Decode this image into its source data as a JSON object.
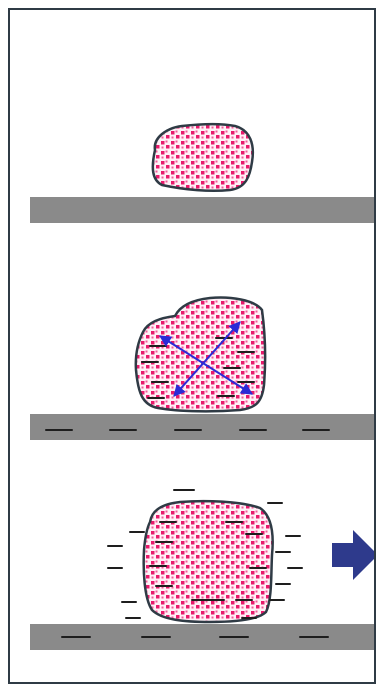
{
  "diagram": {
    "stages": [
      {
        "id": "stage-1-neutral",
        "surface_charged": false,
        "particle_charged": false,
        "arrows": false
      },
      {
        "id": "stage-2-charging",
        "surface_charged": true,
        "particle_charged": true,
        "arrows": true
      },
      {
        "id": "stage-3-detached",
        "surface_charged": true,
        "particle_charged": true,
        "arrows": false,
        "next_arrow": true
      }
    ],
    "colors": {
      "frame": "#2f3b45",
      "surface": "#8a8a8a",
      "particle_fill": "#fff0f6",
      "particle_dots": "#e8196b",
      "particle_outline": "#2f3b45",
      "charge_marks": "#1e1e1e",
      "expansion_arrows": "#2b2bd6",
      "next_arrow": "#2e3a8c"
    },
    "icons": {
      "next": "right-arrow-icon"
    }
  }
}
